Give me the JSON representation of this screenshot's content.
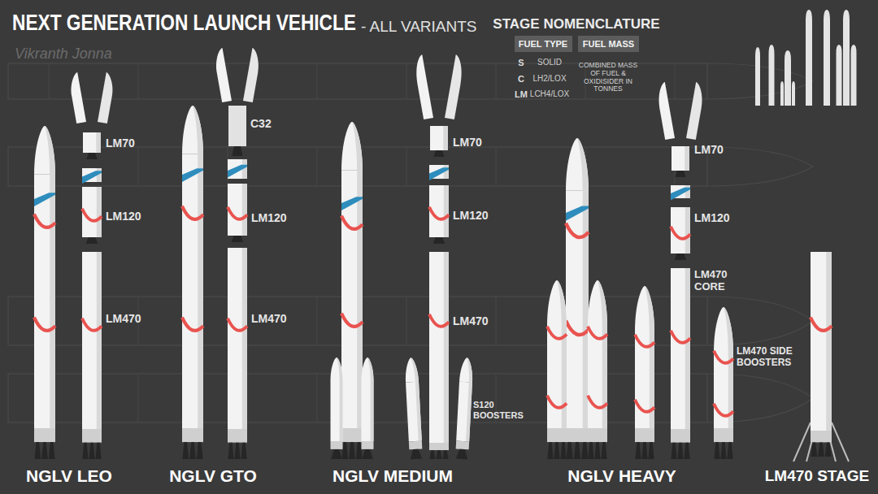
{
  "diagram": {
    "title": "NEXT GENERATION LAUNCH VEHICLE",
    "nodes": [
      {
        "text": [
          "FUEL TYPE"
        ]
      },
      {
        "text": [
          "FUEL MASS"
        ]
      }
    ],
    "labels": [
      "- ALL VARIANTS",
      "Vikranth Jonna",
      "STAGE NOMENCLATURE",
      "S",
      "SOLID",
      "C",
      "LH2/LOX",
      "LM",
      "LCH4/LOX",
      "COMBINED MASS OF FUEL & OXIDISIDER IN TONNES",
      "LM70",
      "LM120",
      "LM470",
      "C32",
      "LM120",
      "LM470",
      "LM70",
      "LM120",
      "LM470",
      "S120 BOOSTERS",
      "LM70",
      "LM120",
      "LM470 CORE",
      "LM470 SIDE BOOSTERS",
      "NGLV LEO",
      "NGLV GTO",
      "NGLV MEDIUM",
      "NGLV HEAVY",
      "LM470 STAGE"
    ]
  }
}
